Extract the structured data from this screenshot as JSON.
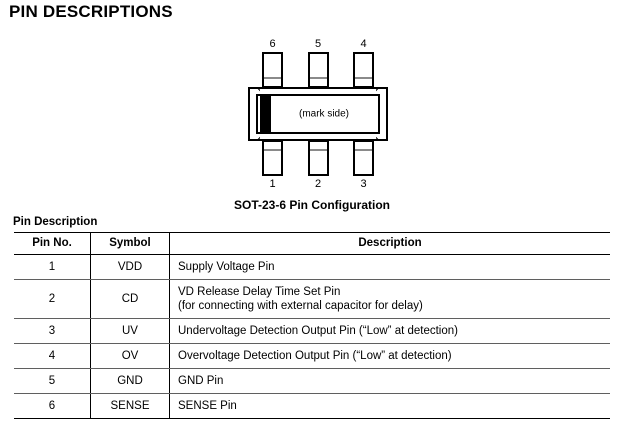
{
  "page_title": "PIN DESCRIPTIONS",
  "package": {
    "caption": "SOT-23-6 Pin Configuration",
    "body_text": "(mark side)",
    "top_pins": [
      "6",
      "5",
      "4"
    ],
    "bottom_pins": [
      "1",
      "2",
      "3"
    ],
    "mark_bar_color": "#000000"
  },
  "table": {
    "heading": "Pin Description",
    "columns": [
      "Pin No.",
      "Symbol",
      "Description"
    ],
    "rows": [
      {
        "pin": "1",
        "symbol": "VDD",
        "desc_line1": "Supply Voltage Pin",
        "desc_line2": ""
      },
      {
        "pin": "2",
        "symbol": "CD",
        "desc_line1": "VD Release Delay Time Set Pin",
        "desc_line2": "(for connecting with external capacitor for delay)"
      },
      {
        "pin": "3",
        "symbol": "UV",
        "desc_line1": "Undervoltage Detection Output Pin (“Low” at detection)",
        "desc_line2": ""
      },
      {
        "pin": "4",
        "symbol": "OV",
        "desc_line1": "Overvoltage Detection Output Pin (“Low” at detection)",
        "desc_line2": ""
      },
      {
        "pin": "5",
        "symbol": "GND",
        "desc_line1": "GND Pin",
        "desc_line2": ""
      },
      {
        "pin": "6",
        "symbol": "SENSE",
        "desc_line1": "SENSE Pin",
        "desc_line2": ""
      }
    ]
  }
}
